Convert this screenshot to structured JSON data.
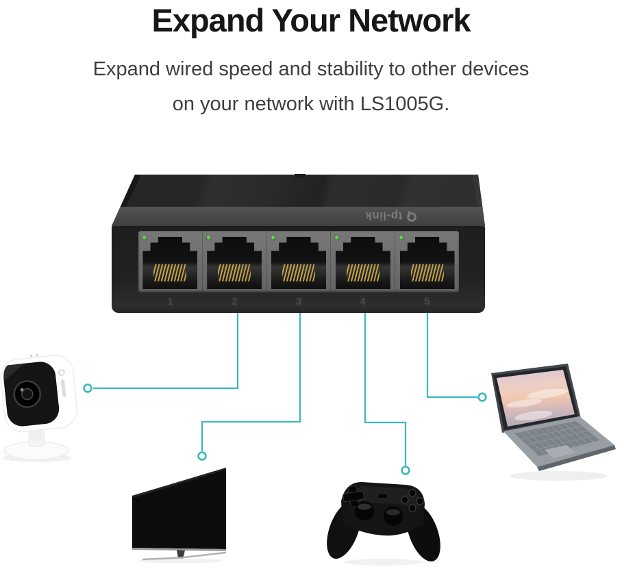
{
  "header": {
    "title": "Expand Your Network",
    "subtitle_line1": "Expand wired speed and stability to other devices",
    "subtitle_line2": "on your network with LS1005G."
  },
  "switch": {
    "brand": "tp-link",
    "model": "LS1005G",
    "port_count": 5,
    "port_labels": [
      "1",
      "2",
      "3",
      "4",
      "5"
    ],
    "led_status": "green"
  },
  "devices": [
    {
      "name": "security-camera",
      "position": "left"
    },
    {
      "name": "television",
      "position": "bottom-left"
    },
    {
      "name": "game-controller",
      "position": "bottom-center"
    },
    {
      "name": "laptop",
      "position": "right"
    }
  ],
  "connections": [
    {
      "port": "2",
      "device": "security-camera"
    },
    {
      "port": "3",
      "device": "television"
    },
    {
      "port": "4",
      "device": "game-controller"
    },
    {
      "port": "5",
      "device": "laptop"
    }
  ],
  "colors": {
    "background": "#ffffff",
    "wire_teal": "#3ab7bd",
    "title_text": "#171717",
    "subtitle_text": "#3e3e3e",
    "switch_body": "#232323",
    "port_panel_gray": "#6b6b6b",
    "pin_gold": "#c9a843",
    "led_green": "#4aa33c",
    "port_number_gray": "#4a4a4a"
  }
}
